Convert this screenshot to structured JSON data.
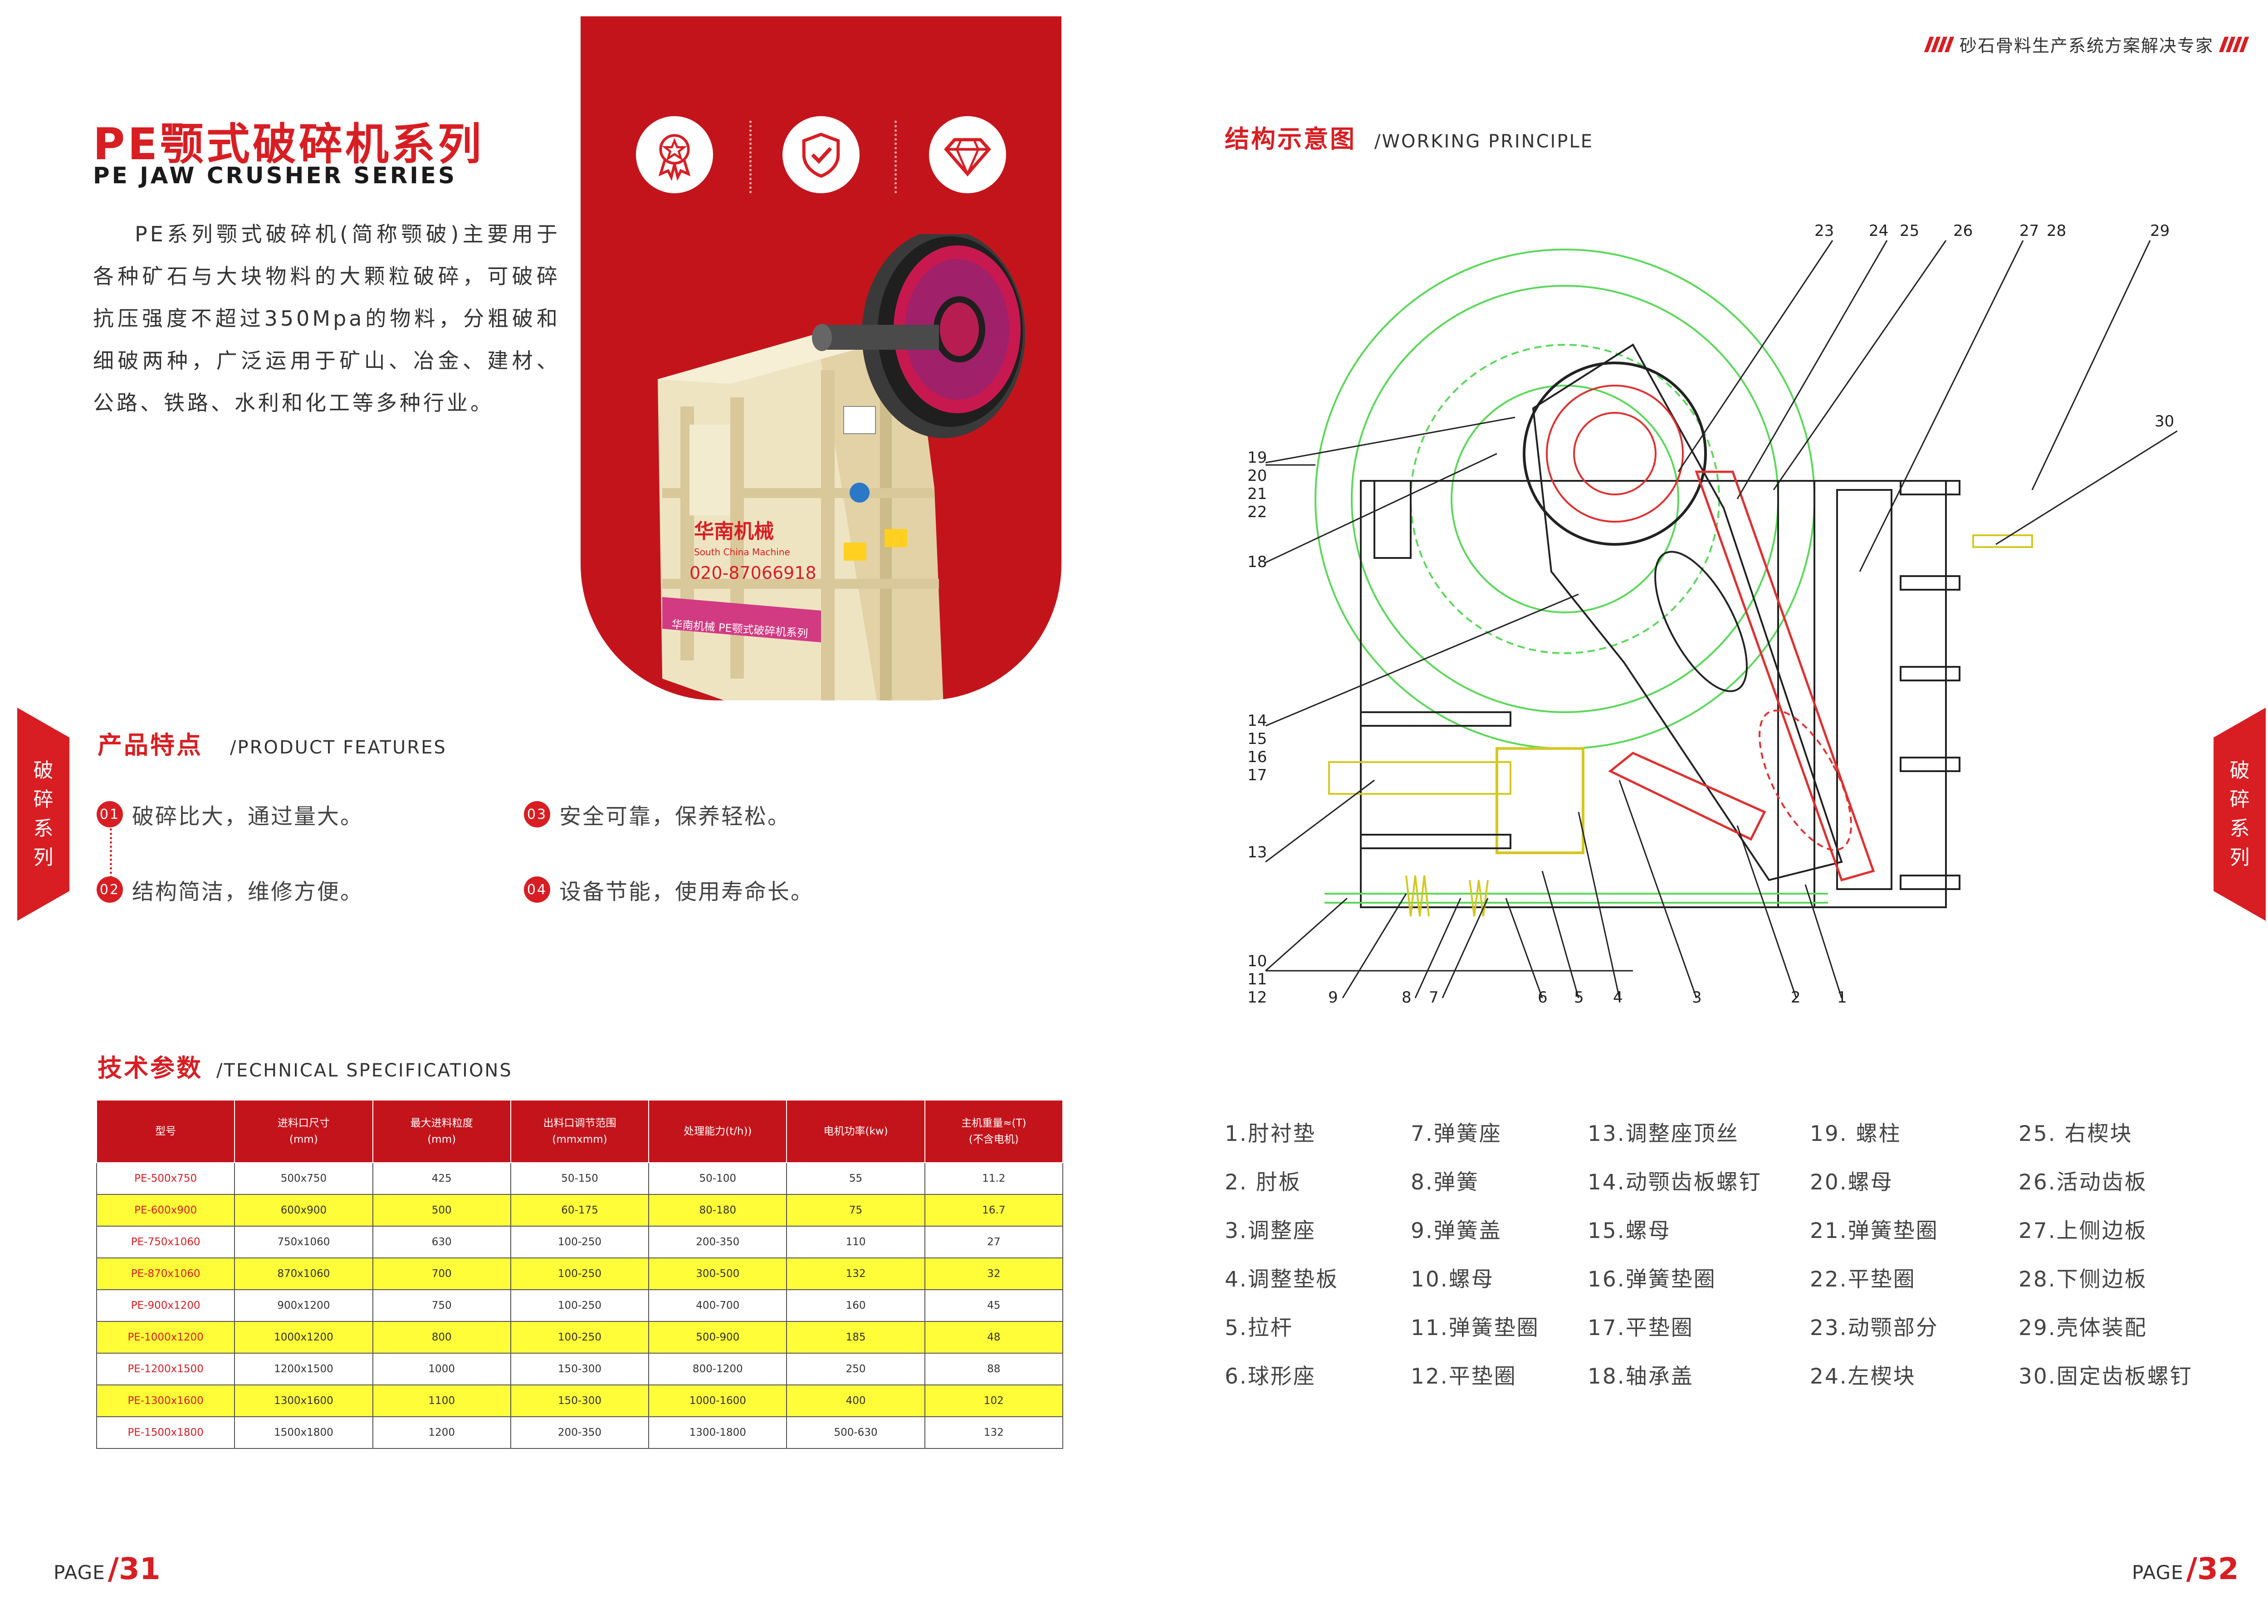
{
  "header": {
    "slogan": "砂石骨料生产系统方案解决专家"
  },
  "left": {
    "title": "PE颚式破碎机系列",
    "subtitle": "PE JAW CRUSHER SERIES",
    "intro": "PE系列颚式破碎机(简称颚破)主要用于各种矿石与大块物料的大颗粒破碎，可破碎抗压强度不超过350Mpa的物料，分粗破和细破两种，广泛运用于矿山、冶金、建材、公路、铁路、水利和化工等多种行业。",
    "machine": {
      "brand_cn": "华南机械",
      "brand_en": "South China Machine",
      "phone": "020-87066918",
      "banner": "华南机械  PE颚式破碎机系列"
    },
    "icons": [
      "award-medal-icon",
      "shield-check-icon",
      "diamond-icon"
    ],
    "features": {
      "title": "产品特点",
      "subtitle": "/PRODUCT FEATURES",
      "items": [
        {
          "num": "01",
          "text": "破碎比大，通过量大。"
        },
        {
          "num": "02",
          "text": "结构简洁，维修方便。"
        },
        {
          "num": "03",
          "text": "安全可靠，保养轻松。"
        },
        {
          "num": "04",
          "text": "设备节能，使用寿命长。"
        }
      ]
    },
    "specs": {
      "title": "技术参数",
      "subtitle": "/TECHNICAL SPECIFICATIONS",
      "headers": [
        {
          "l1": "型号",
          "l2": ""
        },
        {
          "l1": "进料口尺寸",
          "l2": "(mm)"
        },
        {
          "l1": "最大进料粒度",
          "l2": "(mm)"
        },
        {
          "l1": "出料口调节范围",
          "l2": "(mmxmm)"
        },
        {
          "l1": "处理能力(t/h))",
          "l2": ""
        },
        {
          "l1": "电机功率(kw)",
          "l2": ""
        },
        {
          "l1": "主机重量≈(T)",
          "l2": "(不含电机)"
        }
      ],
      "rows": [
        [
          "PE-500x750",
          "500x750",
          "425",
          "50-150",
          "50-100",
          "55",
          "11.2"
        ],
        [
          "PE-600x900",
          "600x900",
          "500",
          "60-175",
          "80-180",
          "75",
          "16.7"
        ],
        [
          "PE-750x1060",
          "750x1060",
          "630",
          "100-250",
          "200-350",
          "110",
          "27"
        ],
        [
          "PE-870x1060",
          "870x1060",
          "700",
          "100-250",
          "300-500",
          "132",
          "32"
        ],
        [
          "PE-900x1200",
          "900x1200",
          "750",
          "100-250",
          "400-700",
          "160",
          "45"
        ],
        [
          "PE-1000x1200",
          "1000x1200",
          "800",
          "100-250",
          "500-900",
          "185",
          "48"
        ],
        [
          "PE-1200x1500",
          "1200x1500",
          "1000",
          "150-300",
          "800-1200",
          "250",
          "88"
        ],
        [
          "PE-1300x1600",
          "1300x1600",
          "1100",
          "150-300",
          "1000-1600",
          "400",
          "102"
        ],
        [
          "PE-1500x1800",
          "1500x1800",
          "1200",
          "200-350",
          "1300-1800",
          "500-630",
          "132"
        ]
      ]
    },
    "side_tab": [
      "破",
      "碎",
      "系",
      "列"
    ],
    "page": {
      "label": "PAGE",
      "num": "/31"
    }
  },
  "right": {
    "diagram": {
      "title": "结构示意图",
      "subtitle": "/WORKING PRINCIPLE",
      "callouts_top": [
        "23",
        "24",
        "25",
        "26",
        "27",
        "28",
        "29"
      ],
      "callouts_left": [
        "19",
        "20",
        "21",
        "22",
        "18",
        "14",
        "15",
        "16",
        "17",
        "13",
        "10",
        "11",
        "12"
      ],
      "callouts_bottom": [
        "9",
        "8",
        "7",
        "6",
        "5",
        "4",
        "3",
        "2",
        "1"
      ],
      "callout_right": "30"
    },
    "parts": [
      [
        "1.肘衬垫",
        "7.弹簧座",
        "13.调整座顶丝",
        "19. 螺柱",
        "25. 右楔块"
      ],
      [
        "2. 肘板",
        "8.弹簧",
        "14.动颚齿板螺钉",
        "20.螺母",
        "26.活动齿板"
      ],
      [
        "3.调整座",
        "9.弹簧盖",
        "15.螺母",
        "21.弹簧垫圈",
        "27.上侧边板"
      ],
      [
        "4.调整垫板",
        "10.螺母",
        "16.弹簧垫圈",
        "22.平垫圈",
        "28.下侧边板"
      ],
      [
        "5.拉杆",
        "11.弹簧垫圈",
        "17.平垫圈",
        "23.动颚部分",
        "29.壳体装配"
      ],
      [
        "6.球形座",
        "12.平垫圈",
        "18.轴承盖",
        "24.左楔块",
        "30.固定齿板螺钉"
      ]
    ],
    "side_tab": [
      "破",
      "碎",
      "系",
      "列"
    ],
    "page": {
      "label": "PAGE",
      "num": "/32"
    }
  },
  "colors": {
    "brand_red": "#d81e23",
    "panel_red": "#c4141b",
    "row_yellow": "#fffc38"
  }
}
